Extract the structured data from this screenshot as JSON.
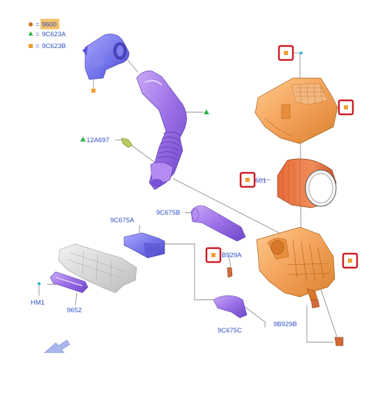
{
  "legend": [
    {
      "symbol": "circle",
      "color": "#c8741e",
      "text": "9600",
      "highlight": "#f6c16a"
    },
    {
      "symbol": "triangle",
      "color": "#33b24a",
      "text": "9C623A"
    },
    {
      "symbol": "square",
      "color": "#f0a032",
      "text": "9C623B"
    }
  ],
  "part_labels": {
    "p12A697": "12A697",
    "p9C675A": "9C675A",
    "p9C675B": "9C675B",
    "p9601": "601",
    "p9B929A": "B929A",
    "p9B929B": "9B929B",
    "p9C675C": "9C675C",
    "pHM1": "HM1",
    "p9652": "9652"
  },
  "colors": {
    "purple": "#9b6fe6",
    "purple_dark": "#6d47c9",
    "blue_purple": "#6f6fe8",
    "orange": "#f3a25a",
    "orange_dark": "#d9812f",
    "label_blue": "#2f4fc8",
    "red_box": "#cc1a22",
    "gray_part": "#d5d5d5",
    "arrow_blue": "#a9b6ee"
  },
  "icons": [
    "square-marker-icon",
    "triangle-marker-icon",
    "circle-marker-icon",
    "view-arrow-icon"
  ]
}
